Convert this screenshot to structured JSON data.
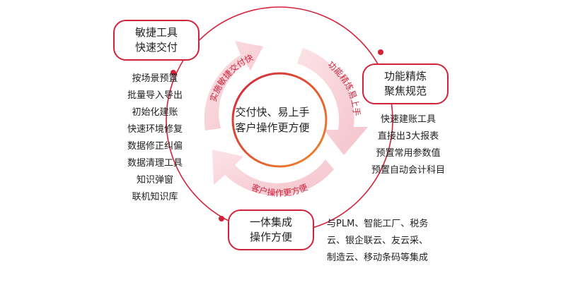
{
  "center": {
    "line1": "交付快、易上手",
    "line2": "客户操作更方便"
  },
  "arc_labels": {
    "left": "实施敏捷交付快",
    "right": "功能精炼易上手",
    "bottom": "客户操作更方便"
  },
  "nodes": {
    "top_left": {
      "line1": "敏捷工具",
      "line2": "快速交付"
    },
    "right": {
      "line1": "功能精炼",
      "line2": "聚焦规范"
    },
    "bottom": {
      "line1": "一体集成",
      "line2": "操作方便"
    }
  },
  "lists": {
    "left": [
      "按场景预置",
      "批量导入导出",
      "初始化建账",
      "快速环境修复",
      "数据修正纠偏",
      "数据清理工具",
      "知识弹窗",
      "联机知识库"
    ],
    "right": [
      "快速建账工具",
      "直接出3大报表",
      "预置常用参数值",
      "预置自动会计科目"
    ],
    "bottom": [
      "与PLM、智能工厂、税务",
      "云、银企联云、友云采、",
      "制造云、移动条码等集成"
    ]
  },
  "colors": {
    "accent": "#d3233a",
    "orange": "#f08a2c",
    "pink": "#f9d9de"
  }
}
